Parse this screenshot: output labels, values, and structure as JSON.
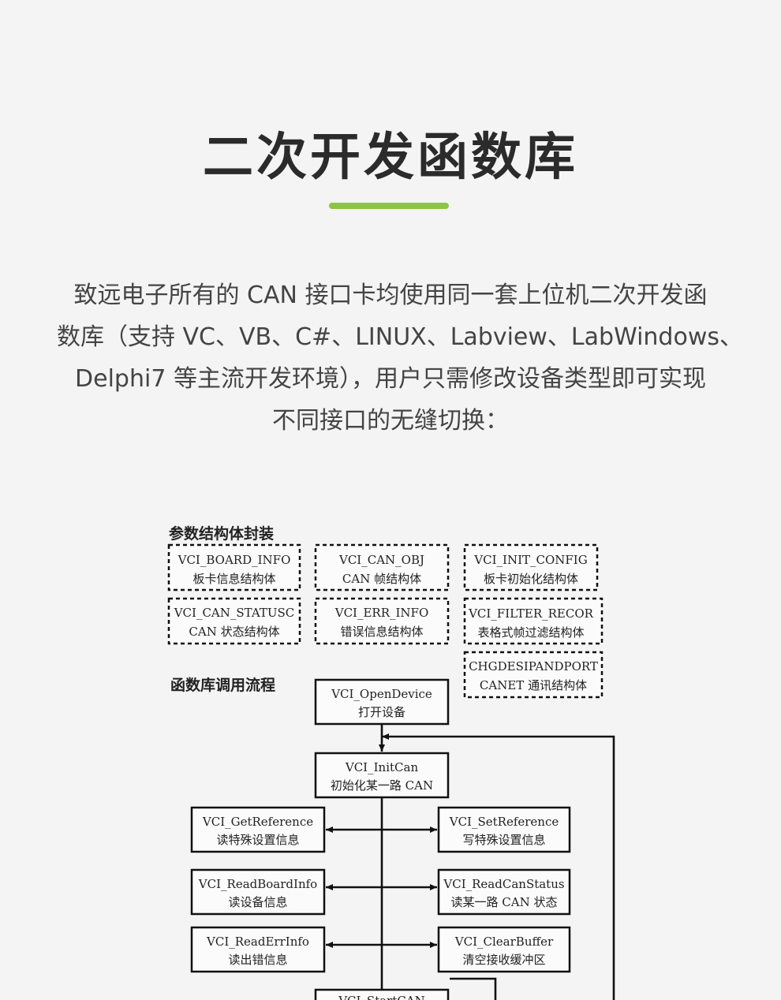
{
  "header": {
    "title": "二次开发函数库",
    "accent_color": "#8cc63f"
  },
  "description": {
    "lines": [
      "致远电子所有的 CAN 接口卡均使用同一套上位机二次开发函",
      "数库（支持 VC、VB、C#、LINUX、Labview、LabWindows、",
      "Delphi7 等主流开发环境），用户只需修改设备类型即可实现",
      "不同接口的无缝切换："
    ]
  },
  "diagram": {
    "section_structs": "参数结构体封装",
    "section_flow": "函数库调用流程",
    "structs": [
      {
        "id": "board-info",
        "name": "VCI_BOARD_INFO",
        "desc": "板卡信息结构体"
      },
      {
        "id": "can-obj",
        "name": "VCI_CAN_OBJ",
        "desc": "CAN 帧结构体"
      },
      {
        "id": "init-config",
        "name": "VCI_INIT_CONFIG",
        "desc": "板卡初始化结构体"
      },
      {
        "id": "can-status",
        "name": "VCI_CAN_STATUSC",
        "desc": "CAN 状态结构体"
      },
      {
        "id": "err-info",
        "name": "VCI_ERR_INFO",
        "desc": "错误信息结构体"
      },
      {
        "id": "filter-record",
        "name": "VCI_FILTER_RECOR",
        "desc": "表格式帧过滤结构体"
      },
      {
        "id": "canet",
        "name": "CHGDESIPANDPORT",
        "desc": "CANET 通讯结构体"
      }
    ],
    "flow": [
      {
        "id": "open-device",
        "name": "VCI_OpenDevice",
        "desc": "打开设备"
      },
      {
        "id": "init-can",
        "name": "VCI_InitCan",
        "desc": "初始化某一路 CAN"
      },
      {
        "id": "get-reference",
        "name": "VCI_GetReference",
        "desc": "读特殊设置信息"
      },
      {
        "id": "set-reference",
        "name": "VCI_SetReference",
        "desc": "写特殊设置信息"
      },
      {
        "id": "read-board-info",
        "name": "VCI_ReadBoardInfo",
        "desc": "读设备信息"
      },
      {
        "id": "read-can-status",
        "name": "VCI_ReadCanStatus",
        "desc": "读某一路 CAN 状态"
      },
      {
        "id": "read-err-info",
        "name": "VCI_ReadErrInfo",
        "desc": "读出错信息"
      },
      {
        "id": "clear-buffer",
        "name": "VCI_ClearBuffer",
        "desc": "清空接收缓冲区"
      },
      {
        "id": "start-can",
        "name": "VCI_StartCAN",
        "desc": ""
      }
    ]
  }
}
